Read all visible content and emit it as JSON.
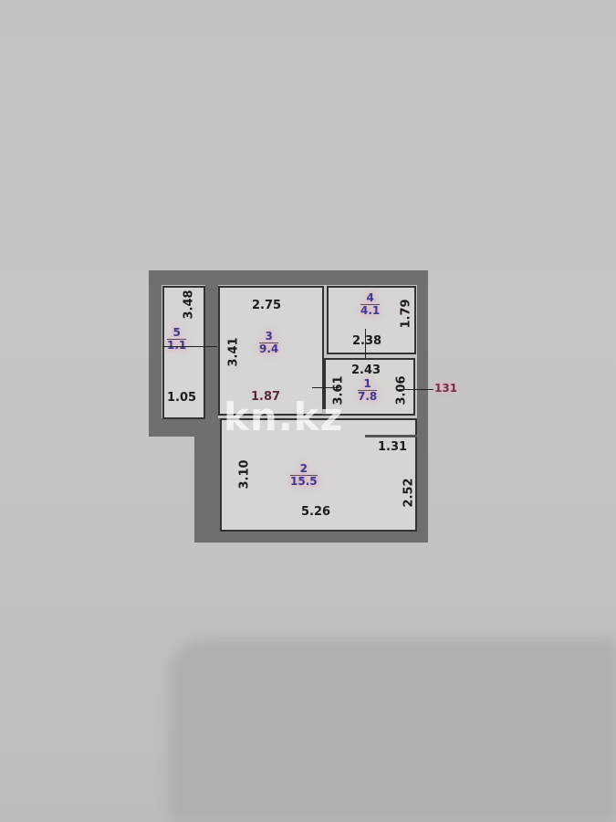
{
  "watermark": "kn.kz",
  "rooms": [
    {
      "id": "1",
      "number": "1",
      "area": "7.8",
      "width_top": "2.43",
      "left_dim": "3.61",
      "right_dim": "3.06"
    },
    {
      "id": "2",
      "number": "2",
      "area": "15.5",
      "left_dim": "3.10",
      "bottom_dim": "5.26",
      "right_dim": "2.52",
      "niche_dim": "1.31"
    },
    {
      "id": "3",
      "number": "3",
      "area": "9.4",
      "top_dim": "2.75",
      "left_dim": "3.41",
      "bottom_dim": "1.87"
    },
    {
      "id": "4",
      "number": "4",
      "area": "4.1",
      "bottom_dim": "2.38",
      "right_dim": "1.79"
    },
    {
      "id": "5",
      "number": "5",
      "area": "1.1",
      "top_dim": "3.48",
      "bottom_dim": "1.05"
    }
  ],
  "exterior_label": "131"
}
